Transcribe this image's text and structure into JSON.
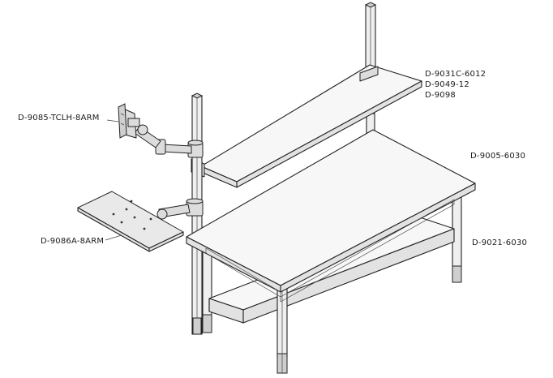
{
  "labels": {
    "monitor_arm": "D-9085-TCLH-8ARM",
    "keyboard_tray": "D-9086A-8ARM",
    "upper_shelf_1": "D-9031C-6012",
    "upper_shelf_2": "D-9049-12",
    "upper_shelf_3": "D-9098",
    "workbench_top": "D-9005-6030",
    "bottom_shelf": "D-9021-6030"
  }
}
